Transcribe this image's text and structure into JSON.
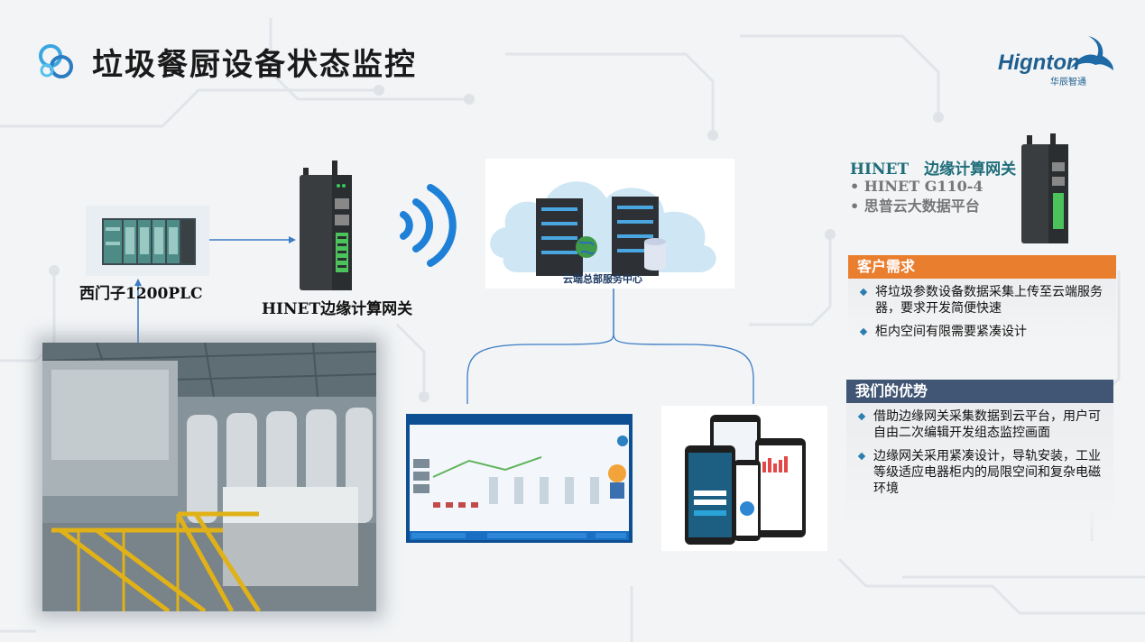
{
  "title": "垃圾餐厨设备状态监控",
  "brand": {
    "name": "Hignton",
    "sub": "华辰智通"
  },
  "plc": {
    "label": "西门子1200PLC"
  },
  "gateway": {
    "label": "HINET边缘计算网关"
  },
  "cloud": {
    "label": "云端总部服务中心"
  },
  "product": {
    "title": "HINET　边缘计算网关",
    "items": [
      "HINET G110-4",
      "思普云大数据平台"
    ]
  },
  "needs": {
    "title": "客户需求",
    "items": [
      "将垃圾参数设备数据采集上传至云端服务器，要求开发简便快速",
      "柜内空间有限需要紧凑设计"
    ]
  },
  "advantages": {
    "title": "我们的优势",
    "items": [
      "借助边缘网关采集数据到云平台，用户可自由二次编辑开发组态监控画面",
      "边缘网关采用紧凑设计，导轨安装，工业等级适应电器柜内的局限空间和复杂电磁环境"
    ]
  },
  "colors": {
    "accent_orange": "#ea7e2f",
    "accent_navy": "#415674",
    "brand_blue": "#1e5f8f",
    "title_teal": "#1f6e7a"
  },
  "icons": [
    "logo-rings-icon",
    "wifi-signal-icon",
    "server-icon",
    "database-icon",
    "globe-icon"
  ]
}
